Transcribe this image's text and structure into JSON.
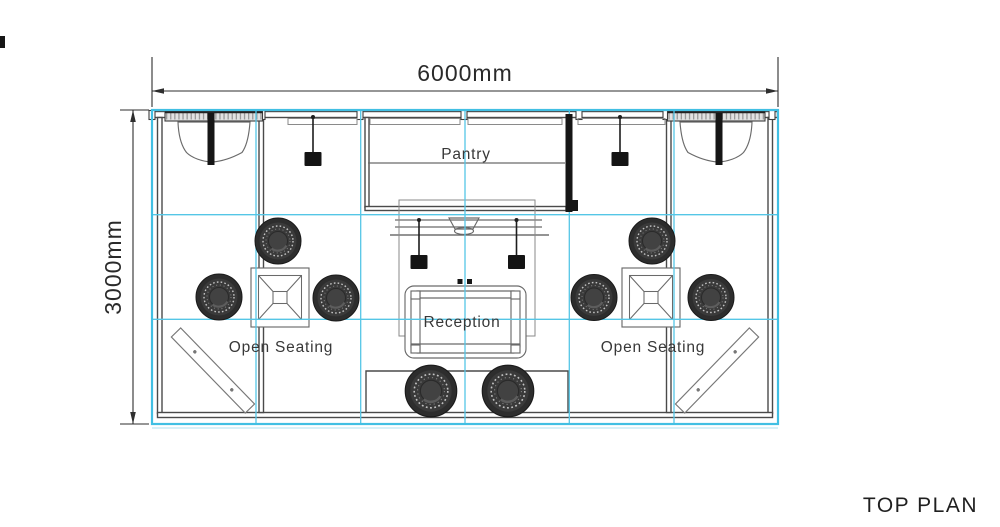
{
  "drawing": {
    "title": "TOP PLAN",
    "dimensions": {
      "width_label": "6000mm",
      "height_label": "3000mm"
    },
    "labels": {
      "pantry": "Pantry",
      "reception": "Reception",
      "open_seating_left": "Open Seating",
      "open_seating_right": "Open Seating"
    },
    "colors": {
      "grid": "#55C6E6",
      "boundary": "#41BFE3",
      "boundary_shadow": "#BFE8F4",
      "wall": "#4a4a4a",
      "furniture_line": "#6a6a6a",
      "dark_fill": "#161616",
      "text": "#2e2e2e",
      "background": "#ffffff"
    }
  }
}
